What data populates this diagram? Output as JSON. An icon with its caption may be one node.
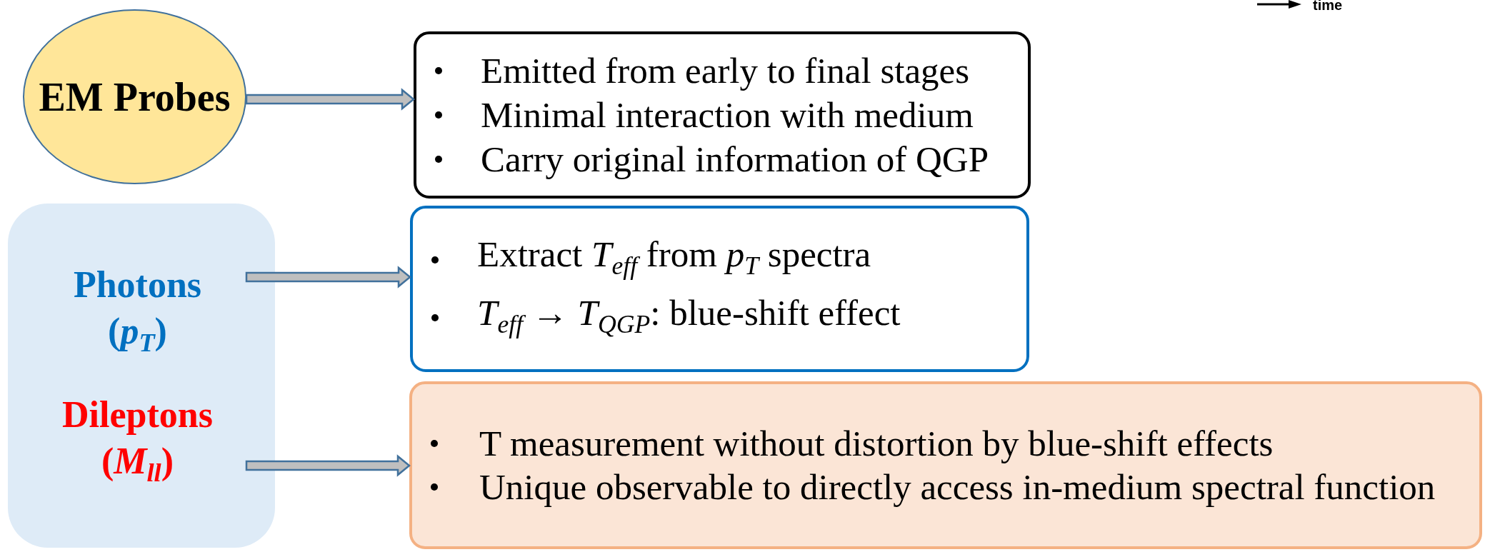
{
  "diagram": {
    "nodes": [
      {
        "text": [
          "EM Probes"
        ]
      },
      {
        "text": [
          "Emitted from early to final stages",
          "Minimal interaction with medium",
          "Carry original information of QGP"
        ]
      },
      {
        "text": [],
        "shape": "box"
      },
      {
        "text": [
          "Photons (*p*$_{T}$)"
        ],
        "in": 2
      },
      {
        "text": [
          "Extract *T*$_{eff}$ from *p*$_{T}$ spectra",
          "*T*$_{eff}$ → *T*$_{QGP}$: blue-shift effect"
        ]
      },
      {
        "text": [
          "Dileptons (*M*$_{ll}$)"
        ],
        "in": 2
      },
      {
        "text": [
          "T measurement without distortion by blue-shift effects",
          "Unique observable to directly access in-medium spectral function"
        ]
      }
    ],
    "edges": [
      {
        "from": 0,
        "to": 1,
        "arrow": "to"
      },
      {
        "from": 3,
        "to": 4,
        "arrow": "to"
      },
      {
        "from": 5,
        "to": 6,
        "arrow": "to"
      }
    ],
    "labels": [
      "time"
    ]
  }
}
